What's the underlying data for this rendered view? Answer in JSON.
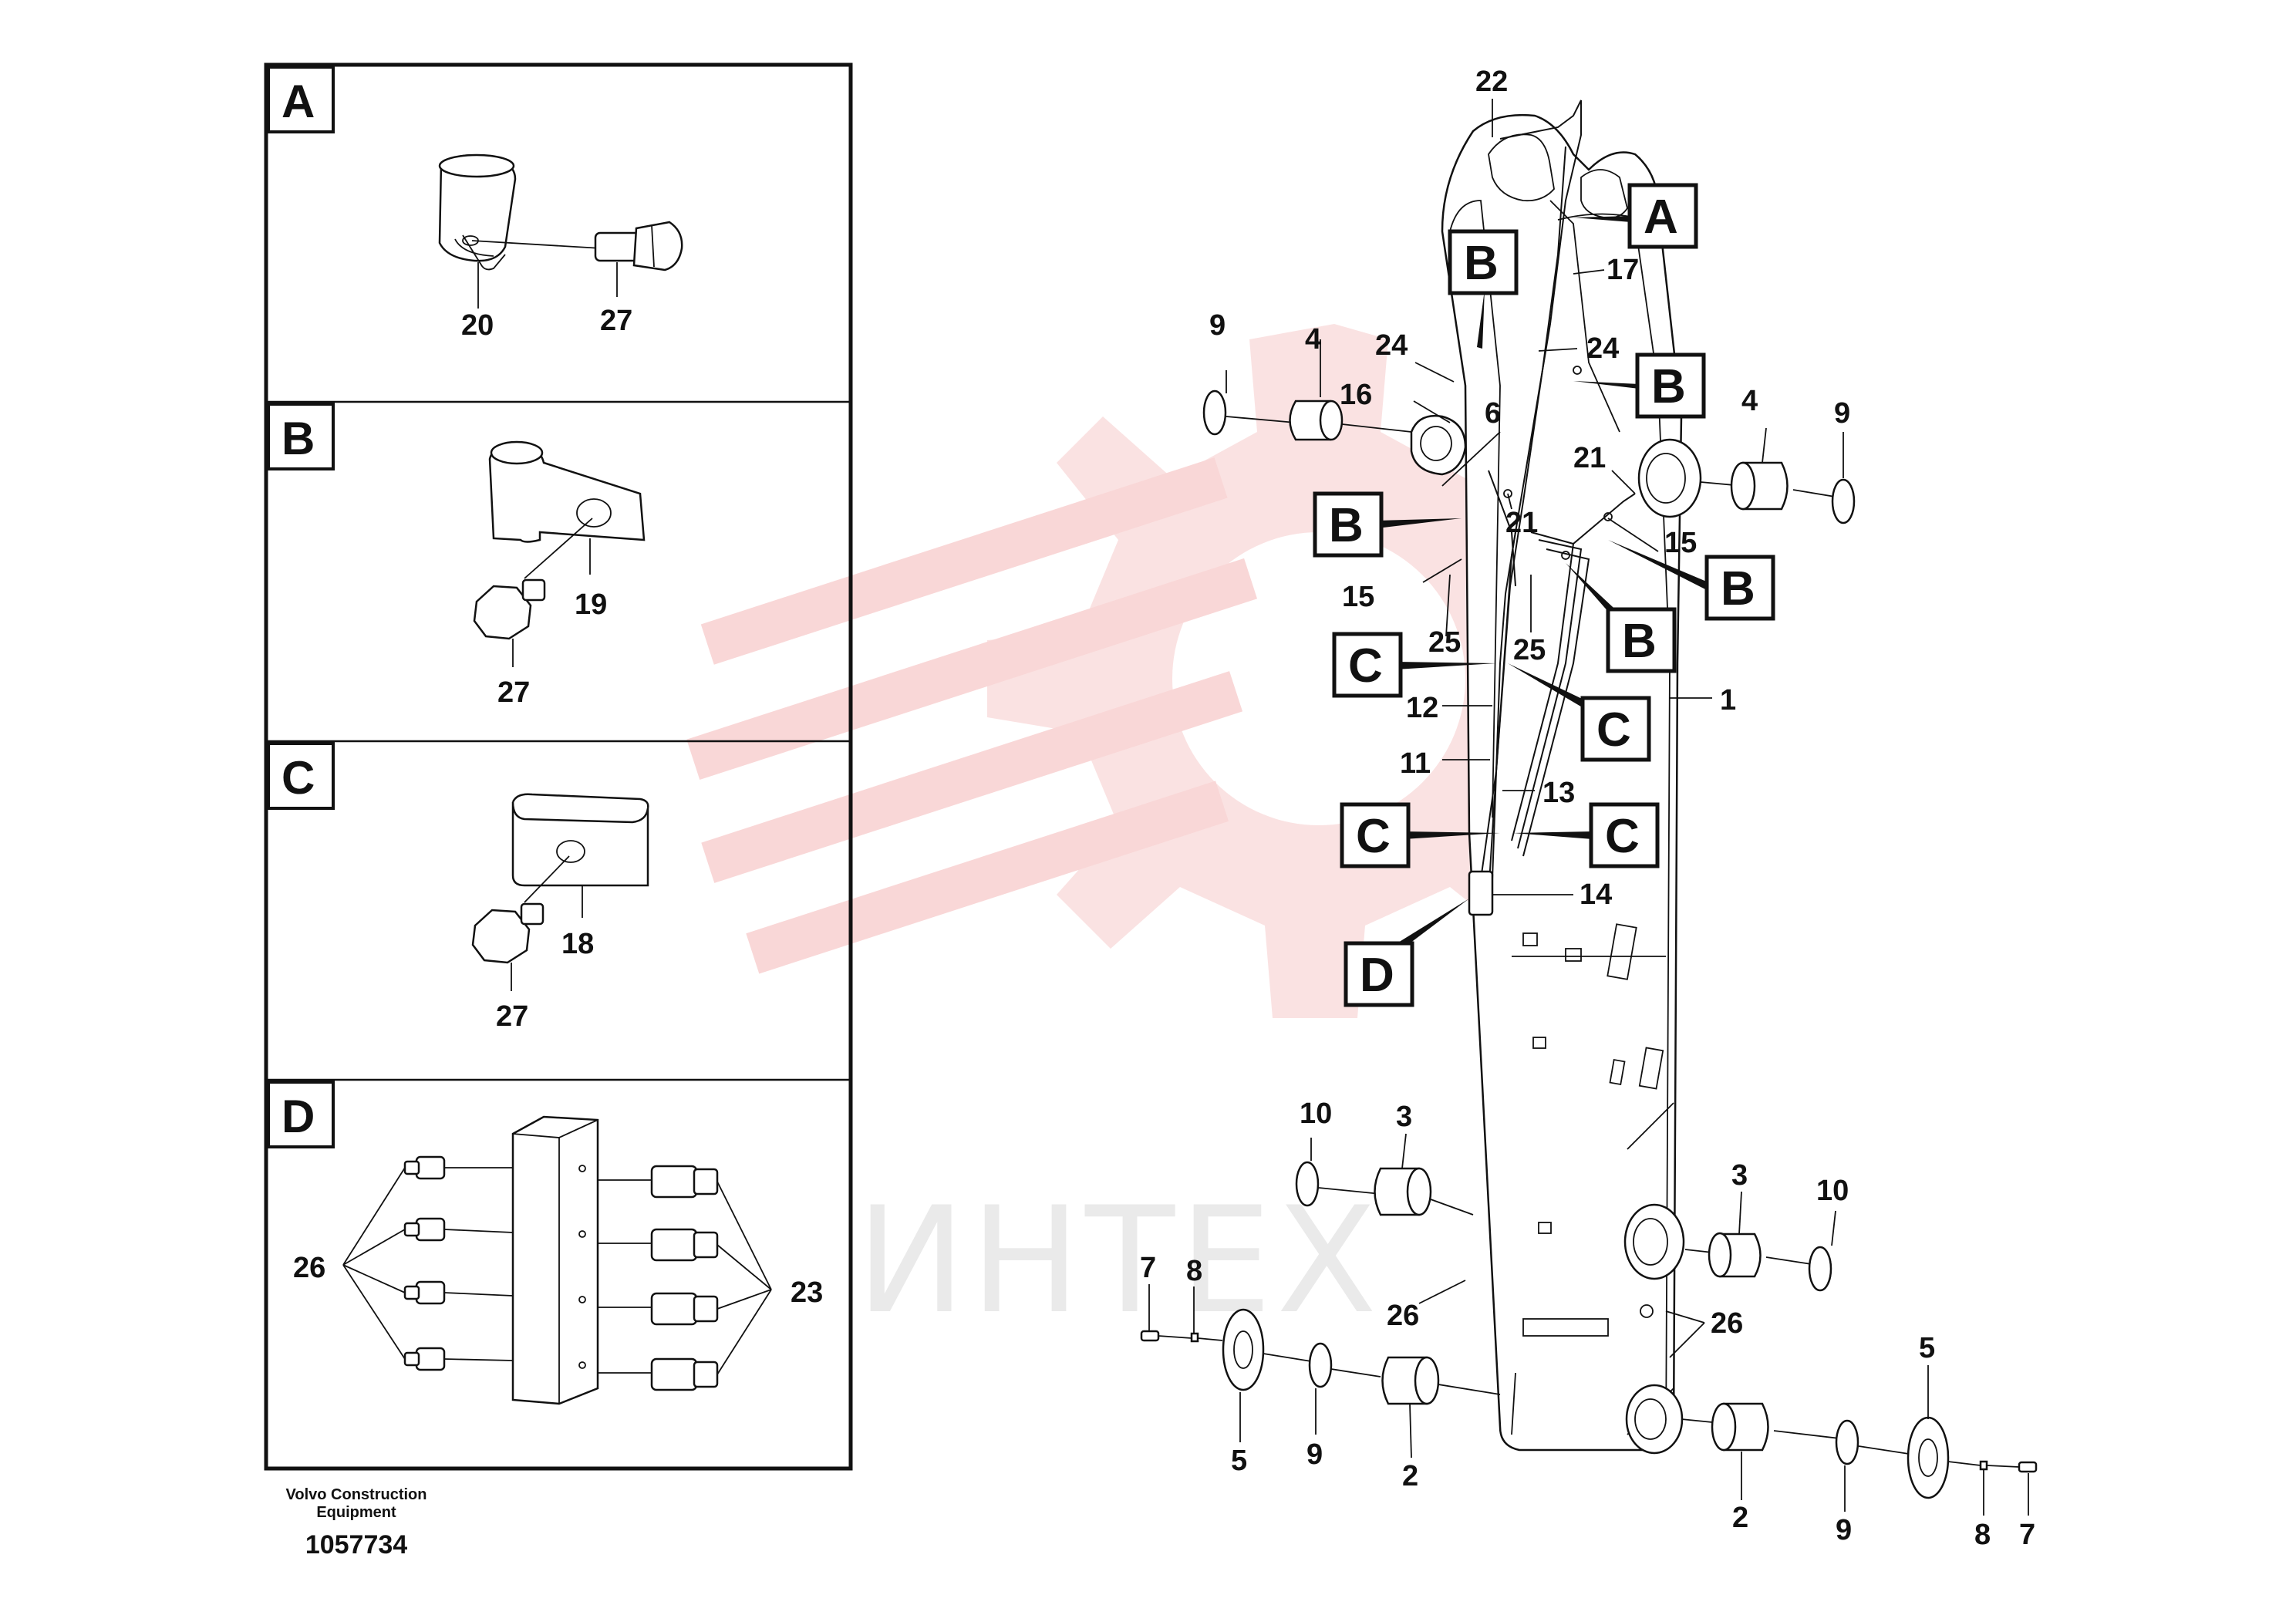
{
  "panels": [
    {
      "letter": "A",
      "parts": [
        "20",
        "27"
      ]
    },
    {
      "letter": "B",
      "parts": [
        "19",
        "27"
      ]
    },
    {
      "letter": "C",
      "parts": [
        "18",
        "27"
      ]
    },
    {
      "letter": "D",
      "parts": [
        "26",
        "23"
      ]
    }
  ],
  "callouts": [
    {
      "id": "c_a",
      "letter": "A"
    },
    {
      "id": "c_b1",
      "letter": "B"
    },
    {
      "id": "c_b2",
      "letter": "B"
    },
    {
      "id": "c_b3",
      "letter": "B"
    },
    {
      "id": "c_b4",
      "letter": "B"
    },
    {
      "id": "c_b5",
      "letter": "B"
    },
    {
      "id": "c_c1",
      "letter": "C"
    },
    {
      "id": "c_c2",
      "letter": "C"
    },
    {
      "id": "c_c3",
      "letter": "C"
    },
    {
      "id": "c_c4",
      "letter": "C"
    },
    {
      "id": "c_d",
      "letter": "D"
    }
  ],
  "part_numbers": [
    "1",
    "2",
    "3",
    "4",
    "5",
    "6",
    "7",
    "8",
    "9",
    "10",
    "11",
    "12",
    "13",
    "14",
    "15",
    "16",
    "17",
    "21",
    "22",
    "24",
    "25",
    "26"
  ],
  "labels": {
    "n22": "22",
    "n17": "17",
    "n24a": "24",
    "n24b": "24",
    "n16": "16",
    "n6": "6",
    "n9a": "9",
    "n4a": "4",
    "n4b": "4",
    "n9b": "9",
    "n21a": "21",
    "n21b": "21",
    "n15a": "15",
    "n15b": "15",
    "n25a": "25",
    "n25b": "25",
    "n12": "12",
    "n11": "11",
    "n13": "13",
    "n14": "14",
    "n1": "1",
    "n10a": "10",
    "n3a": "3",
    "n3b": "3",
    "n10b": "10",
    "n7a": "7",
    "n8a": "8",
    "n26a": "26",
    "n26b": "26",
    "n5a": "5",
    "n9c": "9",
    "n2a": "2",
    "n2b": "2",
    "n9d": "9",
    "n5b": "5",
    "n8b": "8",
    "n7b": "7"
  },
  "footer": {
    "company_line1": "Volvo Construction",
    "company_line2": "Equipment",
    "drawing_number": "1057734"
  },
  "watermark": {
    "text": "ИНТЕХ",
    "color": "#f4b6b6"
  }
}
